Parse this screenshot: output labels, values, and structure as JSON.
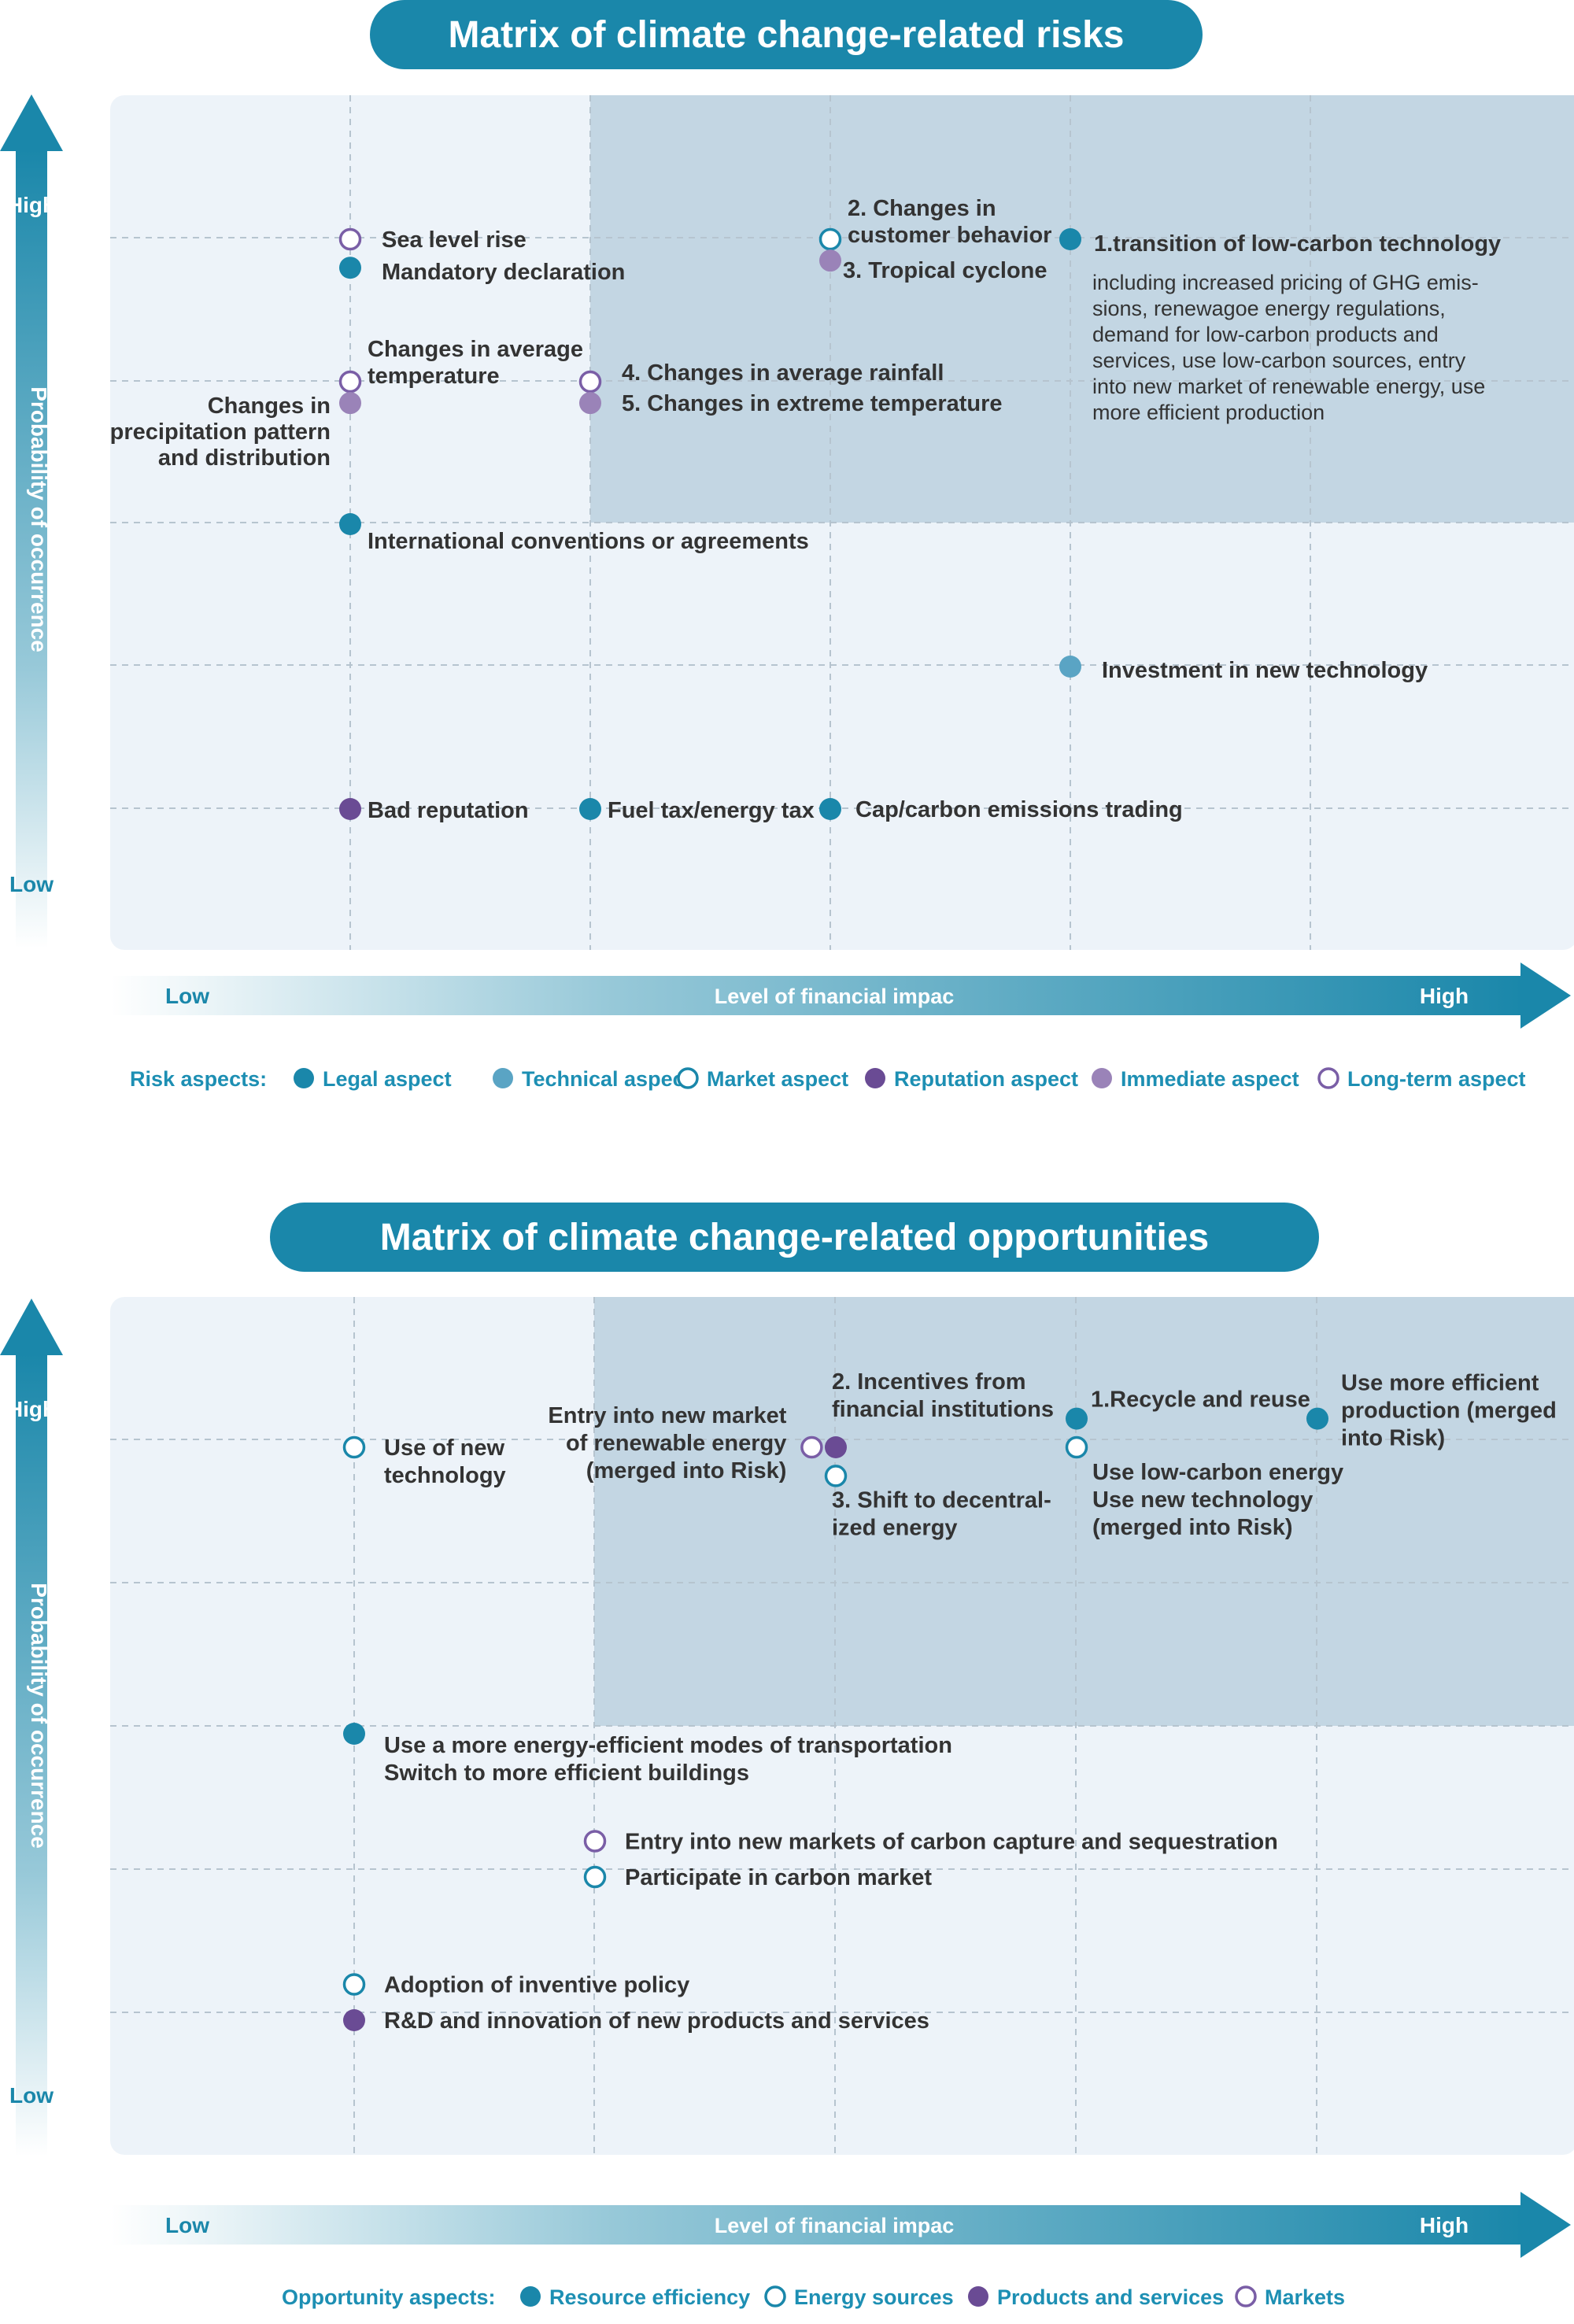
{
  "colors": {
    "header": "#1a87aa",
    "panel": "#edf3f9",
    "highlight": "#c3d6e3",
    "legal": "#1a87aa",
    "technical": "#5aa4c4",
    "reputation": "#6a4b94",
    "immediate": "#9a83b8",
    "market_outline": "#1a87aa",
    "longterm_outline": "#7a5ea6"
  },
  "chart_data": [
    {
      "type": "scatter",
      "title": "Matrix of climate change-related risks",
      "ylabel": "Probability of occurrence",
      "y_low": "Low",
      "y_high": "High",
      "xlabel": "Level of financial impac",
      "x_low": "Low",
      "x_high": "High",
      "legend_prefix": "Risk aspects:",
      "legend": [
        {
          "name": "Legal aspect",
          "style": "filled-legal"
        },
        {
          "name": "Technical aspect",
          "style": "filled-technical"
        },
        {
          "name": "Market aspect",
          "style": "open-market"
        },
        {
          "name": "Reputation aspect",
          "style": "filled-reputation"
        },
        {
          "name": "Immediate aspect",
          "style": "filled-immediate"
        },
        {
          "name": "Long-term aspect",
          "style": "open-longterm"
        }
      ],
      "points": [
        {
          "x": 1,
          "y": 5,
          "style": "open-longterm",
          "text": [
            "Sea level rise"
          ]
        },
        {
          "x": 1,
          "y": 4.8,
          "style": "filled-legal",
          "text": [
            "Mandatory declaration"
          ]
        },
        {
          "x": 3,
          "y": 5,
          "style": "open-market",
          "text": [
            "2. Changes in",
            "customer behavior"
          ]
        },
        {
          "x": 3,
          "y": 4.85,
          "style": "filled-immediate",
          "text": [
            "3. Tropical cyclone"
          ]
        },
        {
          "x": 4,
          "y": 5,
          "style": "filled-legal",
          "text": [
            "1.transition of low-carbon technology"
          ]
        },
        {
          "x": 1,
          "y": 4,
          "style": "open-longterm",
          "text": [
            "Changes in average",
            "temperature"
          ]
        },
        {
          "x": 1,
          "y": 3.85,
          "style": "filled-immediate",
          "text": [
            "Changes in",
            "precipitation pattern",
            "and distribution"
          ]
        },
        {
          "x": 2,
          "y": 4,
          "style": "open-longterm",
          "text": [
            "4. Changes in average rainfall"
          ]
        },
        {
          "x": 2,
          "y": 3.85,
          "style": "filled-immediate",
          "text": [
            "5. Changes in extreme temperature"
          ]
        },
        {
          "x": 1,
          "y": 3,
          "style": "filled-legal",
          "text": [
            "International conventions or agreements"
          ]
        },
        {
          "x": 4,
          "y": 2,
          "style": "filled-technical",
          "text": [
            "Investment in new technology"
          ]
        },
        {
          "x": 1,
          "y": 1,
          "style": "filled-reputation",
          "text": [
            "Bad reputation"
          ]
        },
        {
          "x": 2,
          "y": 1,
          "style": "filled-legal",
          "text": [
            "Fuel tax/energy tax"
          ]
        },
        {
          "x": 3,
          "y": 1,
          "style": "filled-legal",
          "text": [
            "Cap/carbon emissions trading"
          ]
        }
      ],
      "note": [
        "including increased pricing of GHG emis-",
        "sions, renewagoe energy regulations,",
        "demand for low-carbon products and",
        "services, use low-carbon sources, entry",
        "into new market of renewable energy, use",
        "more efficient production"
      ]
    },
    {
      "type": "scatter",
      "title": "Matrix of climate change-related opportunities",
      "ylabel": "Probability of occurrence",
      "y_low": "Low",
      "y_high": "High",
      "xlabel": "Level of financial impac",
      "x_low": "Low",
      "x_high": "High",
      "legend_prefix": "Opportunity aspects:",
      "legend": [
        {
          "name": "Resource efficiency",
          "style": "filled-legal"
        },
        {
          "name": "Energy sources",
          "style": "open-market"
        },
        {
          "name": "Products and services",
          "style": "filled-reputation"
        },
        {
          "name": "Markets",
          "style": "open-longterm"
        }
      ],
      "points": [
        {
          "x": 1,
          "y": 5,
          "style": "open-market",
          "text": [
            "Use of new",
            "technology"
          ]
        },
        {
          "x": 2.9,
          "y": 5,
          "style": "open-longterm",
          "text": [
            "Entry into new market",
            "of  renewable  energy",
            "(merged into Risk)"
          ]
        },
        {
          "x": 3,
          "y": 5,
          "style": "filled-reputation",
          "text": [
            "2. Incentives from",
            "financial institutions"
          ]
        },
        {
          "x": 3,
          "y": 4.8,
          "style": "open-market",
          "text": [
            "3. Shift to decentral-",
            "ized energy"
          ]
        },
        {
          "x": 4,
          "y": 5.2,
          "style": "filled-legal",
          "text": [
            "1.Recycle and reuse"
          ]
        },
        {
          "x": 4,
          "y": 5,
          "style": "open-market",
          "text": [
            "Use low-carbon energy",
            "Use new technology",
            "(merged into Risk)"
          ]
        },
        {
          "x": 5,
          "y": 5.2,
          "style": "filled-legal",
          "text": [
            "Use more efficient",
            "production (merged",
            "into Risk)"
          ]
        },
        {
          "x": 1,
          "y": 3,
          "style": "filled-legal",
          "text": [
            "Use a more energy-efficient modes of transportation",
            "Switch to more efficient buildings"
          ]
        },
        {
          "x": 2,
          "y": 2.25,
          "style": "open-longterm",
          "text": [
            "Entry into new markets of carbon capture and sequestration"
          ]
        },
        {
          "x": 2,
          "y": 2,
          "style": "open-market",
          "text": [
            "Participate in carbon market"
          ]
        },
        {
          "x": 1,
          "y": 1.25,
          "style": "open-market",
          "text": [
            "Adoption of inventive policy"
          ]
        },
        {
          "x": 1,
          "y": 1,
          "style": "filled-reputation",
          "text": [
            "R&D and innovation of new products and services"
          ]
        }
      ]
    }
  ]
}
